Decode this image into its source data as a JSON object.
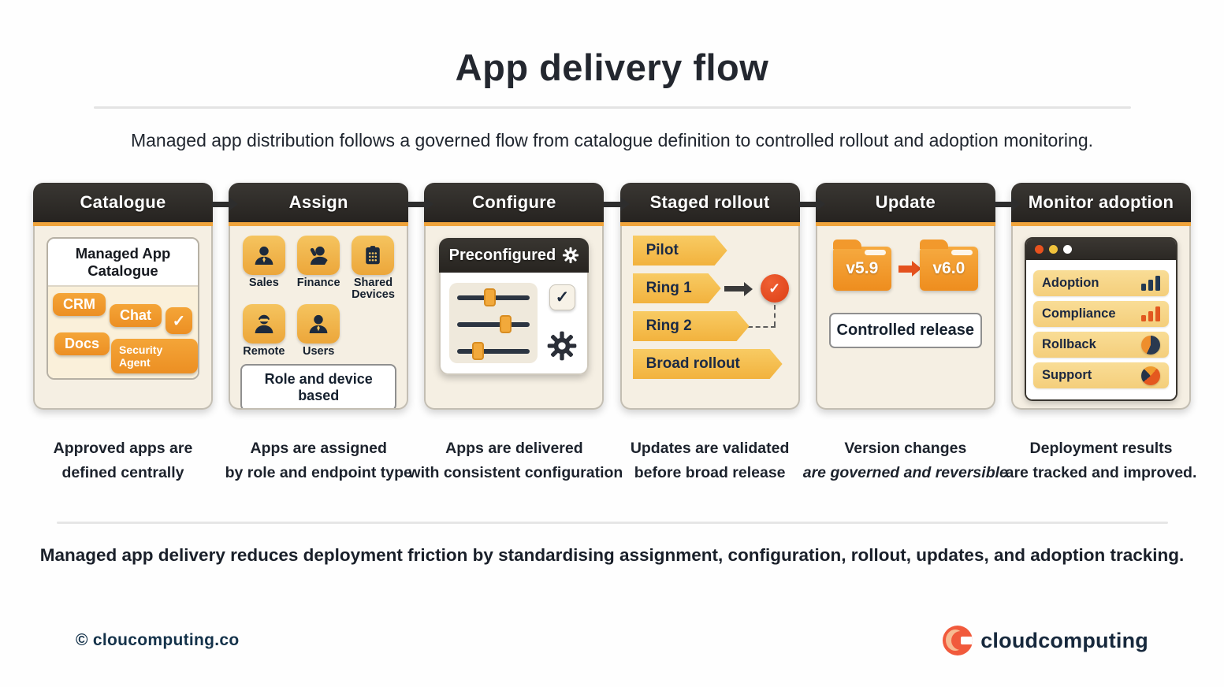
{
  "title": "App delivery flow",
  "subtitle": "Managed app distribution follows a governed flow from catalogue definition to controlled rollout and adoption monitoring.",
  "summary": "Managed app delivery reduces deployment friction by standardising assignment, configuration, rollout, updates, and adoption tracking.",
  "icons": {
    "check": "✓"
  },
  "colors": {
    "header_dark": "#2b2824",
    "accent_orange_strip": "#f0a43b",
    "card_body_cream": "#f5efe3",
    "chip_orange": "#f09a2b",
    "tile_gold": "#f2b94e",
    "pennant_gold": "#f6c257",
    "check_circle_red": "#e04a1f",
    "folder_orange": "#f1962b",
    "monitor_row_gold": "#f7d88d",
    "navy_text": "#1c2840",
    "logo_coral": "#f15a3c"
  },
  "steps": [
    {
      "title": "Catalogue",
      "caption_line1": "Approved apps are",
      "caption_line2": "defined centrally",
      "panel_title": "Managed App Catalogue",
      "chips": [
        "CRM",
        "Chat",
        "Docs",
        "Security Agent"
      ]
    },
    {
      "title": "Assign",
      "caption_line1": "Apps are assigned",
      "caption_line2": "by role and endpoint type",
      "personas": [
        "Sales",
        "Finance",
        "Shared Devices",
        "Remote",
        "Users"
      ],
      "banner": "Role and device based"
    },
    {
      "title": "Configure",
      "caption_line1": "Apps are delivered",
      "caption_line2": "with consistent configuration",
      "panel_title": "Preconfigured"
    },
    {
      "title": "Staged rollout",
      "caption_line1": "Updates are validated",
      "caption_line2": "before broad release",
      "stages": [
        "Pilot",
        "Ring 1",
        "Ring 2",
        "Broad rollout"
      ]
    },
    {
      "title": "Update",
      "caption_line1": "Version changes",
      "caption_line2": "are governed and reversible",
      "versions": [
        "v5.9",
        "v6.0"
      ],
      "banner": "Controlled release"
    },
    {
      "title": "Monitor adoption",
      "caption_line1": "Deployment results",
      "caption_line2": "are tracked and improved.",
      "metrics": [
        {
          "label": "Adoption",
          "icon": "bar-chart-navy"
        },
        {
          "label": "Compliance",
          "icon": "bar-chart-orange"
        },
        {
          "label": "Rollback",
          "icon": "pie-chart-navy-orange"
        },
        {
          "label": "Support",
          "icon": "pie-chart-orange-navy"
        }
      ]
    }
  ],
  "footer": {
    "copyright": "© cloucomputing.co",
    "brand": "cloudcomputing"
  }
}
